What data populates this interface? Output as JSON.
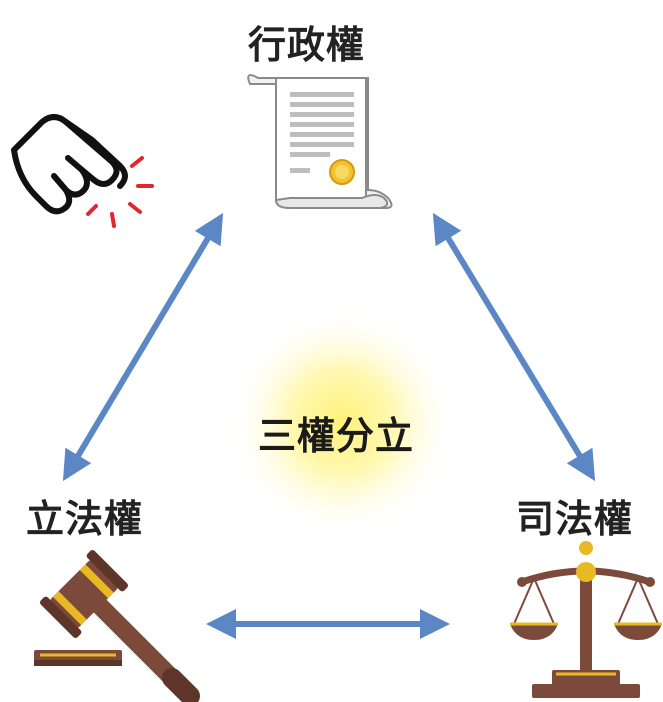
{
  "labels": {
    "executive": "行政權",
    "legislative": "立法權",
    "judicial": "司法權",
    "center": "三權分立"
  },
  "icons": {
    "executive": "document-scroll-icon",
    "legislative": "gavel-icon",
    "judicial": "scales-icon",
    "pointer": "pointing-hand-icon"
  },
  "colors": {
    "arrow": "#5b87c5",
    "glow": "#fff27a",
    "text": "#222222",
    "wood": "#7b4a3a",
    "gold": "#e8b923",
    "click": "#e3262f"
  }
}
